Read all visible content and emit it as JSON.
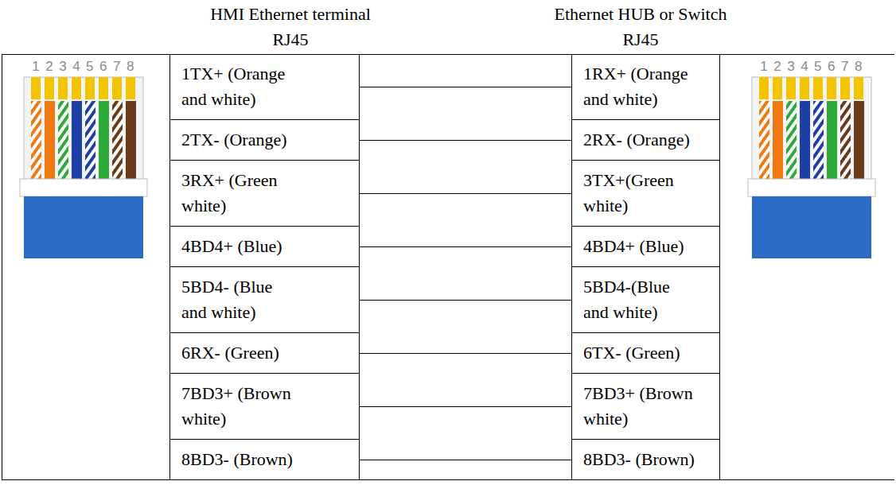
{
  "diagram": {
    "nodes": [
      {
        "text": [
          "1TX+ (Orange and white)"
        ]
      },
      {
        "text": [
          "2TX- (Orange)"
        ]
      },
      {
        "text": [
          "3RX+ (Green white)"
        ]
      },
      {
        "text": [
          "4BD4+ (Blue)"
        ]
      },
      {
        "text": [
          "5BD4- (Blue and white)"
        ]
      },
      {
        "text": [
          "6RX- (Green)"
        ]
      },
      {
        "text": [
          "7BD3+ (Brown white)"
        ]
      },
      {
        "text": [
          "8BD3- (Brown)"
        ]
      },
      {
        "text": [
          "1RX+ (Orange and white)"
        ]
      },
      {
        "text": [
          "2RX- (Orange)"
        ]
      },
      {
        "text": [
          "3TX+(Green white)"
        ]
      },
      {
        "text": [
          "4BD4+ (Blue)"
        ]
      },
      {
        "text": [
          "5BD4-(Blue and white)"
        ]
      },
      {
        "text": [
          "6TX- (Green)"
        ]
      },
      {
        "text": [
          "7BD3+ (Brown white)"
        ]
      },
      {
        "text": [
          "8BD3- (Brown)"
        ]
      }
    ],
    "edges": [
      {
        "from": 0,
        "to": 8,
        "arrow": "none"
      },
      {
        "from": 1,
        "to": 9,
        "arrow": "none"
      },
      {
        "from": 2,
        "to": 10,
        "arrow": "none"
      },
      {
        "from": 3,
        "to": 11,
        "arrow": "none"
      },
      {
        "from": 4,
        "to": 12,
        "arrow": "none"
      },
      {
        "from": 5,
        "to": 13,
        "arrow": "none"
      },
      {
        "from": 6,
        "to": 14,
        "arrow": "none"
      },
      {
        "from": 7,
        "to": 15,
        "arrow": "none"
      }
    ],
    "labels": [
      "HMI Ethernet terminal",
      "RJ45",
      "Ethernet HUB or Switch",
      "RJ45",
      "12345678",
      "12345678"
    ]
  }
}
